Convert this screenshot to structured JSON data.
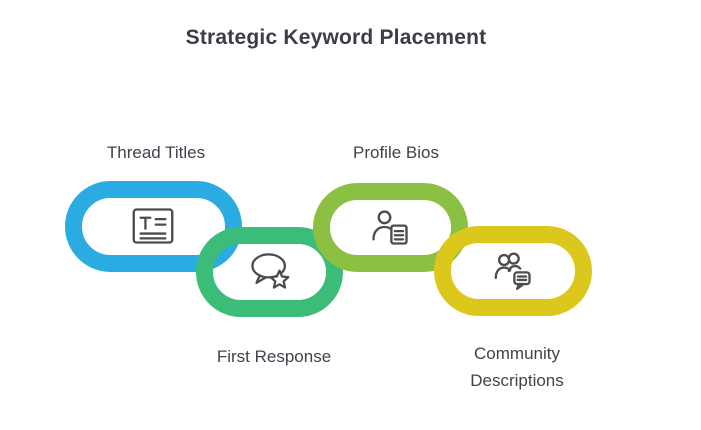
{
  "title": "Strategic Keyword Placement",
  "links": [
    {
      "label": "Thread Titles",
      "color": "#2aabe2",
      "icon": "text-format-icon",
      "label_position": "above"
    },
    {
      "label": "First Response",
      "color": "#3bbc78",
      "icon": "chat-star-icon",
      "label_position": "below"
    },
    {
      "label": "Profile Bios",
      "color": "#8bc043",
      "icon": "person-profile-icon",
      "label_position": "above"
    },
    {
      "label": "Community Descriptions",
      "color": "#dcc71d",
      "icon": "people-chat-icon",
      "label_position": "below"
    }
  ]
}
